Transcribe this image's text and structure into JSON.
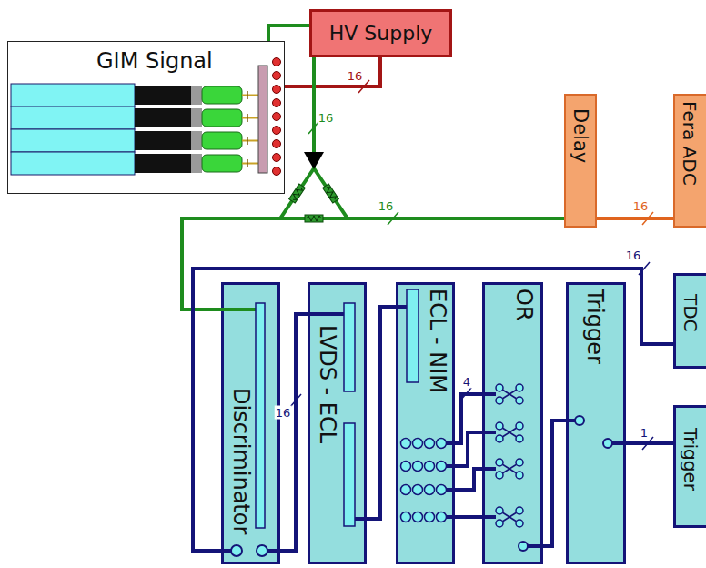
{
  "diagram": {
    "nodes": [
      {
        "text": [
          "GIM Signal"
        ]
      },
      {
        "text": [
          "HV Supply"
        ]
      },
      {
        "text": [
          "Delay"
        ]
      },
      {
        "text": [
          "Fera ADC"
        ]
      },
      {
        "text": [
          "Discriminator"
        ]
      },
      {
        "text": [
          "LVDS - ECL"
        ]
      },
      {
        "text": [
          "ECL - NIM"
        ]
      },
      {
        "text": [
          "OR"
        ]
      },
      {
        "text": [
          "Trigger"
        ]
      },
      {
        "text": [
          "TDC"
        ]
      },
      {
        "text": [
          "Trigger"
        ]
      }
    ],
    "edges": [
      {
        "from": 1,
        "to": 0,
        "arrow": "none",
        "label": "16"
      },
      {
        "from": 0,
        "to": 2,
        "arrow": "none",
        "label": "16"
      },
      {
        "from": 0,
        "to": 4,
        "arrow": "none"
      },
      {
        "from": 2,
        "to": 3,
        "arrow": "none",
        "label": "16"
      },
      {
        "from": 4,
        "to": 9,
        "arrow": "none",
        "label": "16"
      },
      {
        "from": 4,
        "to": 5,
        "arrow": "none",
        "label": "16"
      },
      {
        "from": 5,
        "to": 6,
        "arrow": "none"
      },
      {
        "from": 6,
        "to": 7,
        "arrow": "none",
        "label": "4"
      },
      {
        "from": 6,
        "to": 7,
        "arrow": "none"
      },
      {
        "from": 6,
        "to": 7,
        "arrow": "none"
      },
      {
        "from": 6,
        "to": 7,
        "arrow": "none"
      },
      {
        "from": 7,
        "to": 8,
        "arrow": "none"
      },
      {
        "from": 8,
        "to": 10,
        "arrow": "none",
        "label": "1"
      }
    ],
    "labels": [
      "16"
    ]
  }
}
